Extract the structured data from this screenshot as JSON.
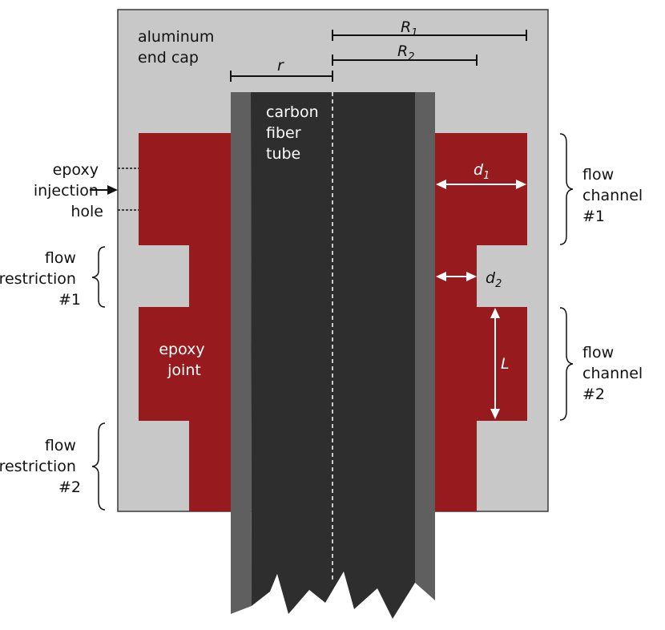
{
  "labels": {
    "aluminum_1": "aluminum",
    "aluminum_2": "end cap",
    "carbon_1": "carbon",
    "carbon_2": "fiber",
    "carbon_3": "tube",
    "epoxy_joint_1": "epoxy",
    "epoxy_joint_2": "joint",
    "injection_1": "epoxy",
    "injection_2": "injection",
    "injection_3": "hole",
    "restriction1_1": "flow",
    "restriction1_2": "restriction",
    "restriction1_3": "#1",
    "restriction2_1": "flow",
    "restriction2_2": "restriction",
    "restriction2_3": "#2",
    "channel1_1": "flow",
    "channel1_2": "channel",
    "channel1_3": "#1",
    "channel2_1": "flow",
    "channel2_2": "channel",
    "channel2_3": "#2"
  },
  "dimensions": {
    "R1": "R",
    "R1_sub": "1",
    "R2": "R",
    "R2_sub": "2",
    "r": "r",
    "d1": "d",
    "d1_sub": "1",
    "d2": "d",
    "d2_sub": "2",
    "L": "L"
  },
  "colors": {
    "aluminum": "#c8c8c8",
    "epoxy": "#961a1e",
    "tube_core": "#2e2e2e",
    "tube_wall": "#5f5f5f"
  }
}
